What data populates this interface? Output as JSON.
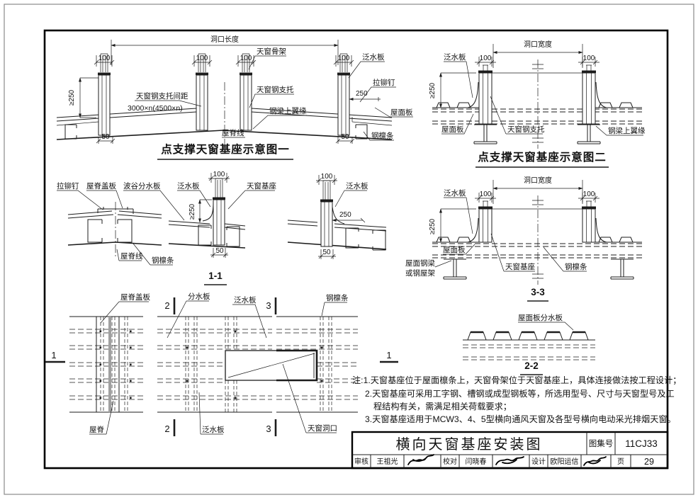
{
  "dims": {
    "d100": "100",
    "d50": "50",
    "d250": "250",
    "ge250": "≥250"
  },
  "d1": {
    "title": "点支撑天窗基座示意图一",
    "labels": {
      "opening_length": "洞口长度",
      "skylight_frame": "天窗骨架",
      "flashing": "泛水板",
      "rivet": "拉铆钉",
      "support_spacing1": "天窗钢支托间距",
      "support_spacing2": "3000×n(4500×n)",
      "steel_support": "天窗钢支托",
      "beam_flange": "钢梁上翼缘",
      "roof_panel": "屋面板",
      "ridge_line": "屋脊线",
      "purlin": "钢檩条"
    }
  },
  "d2": {
    "title": "点支撑天窗基座示意图二",
    "labels": {
      "opening_width": "洞口宽度",
      "flashing": "泛水板",
      "roof_panel": "屋面板",
      "steel_support": "天窗钢支托",
      "beam_flange": "钢梁上翼缘"
    }
  },
  "d3": {
    "title": "1-1",
    "labels": {
      "rivet": "拉铆钉",
      "ridge_cover": "屋脊盖板",
      "trough_divider": "波谷分水板",
      "flashing_left": "泛水板",
      "base": "天窗基座",
      "flashing_right": "泛水板",
      "ridge_line": "屋脊线",
      "purlin": "钢檩条"
    }
  },
  "d4": {
    "title": "3-3",
    "labels": {
      "opening_width": "洞口宽度",
      "flashing": "泛水板",
      "roof_panel": "屋面板",
      "roof_beam1": "屋面钢梁",
      "roof_beam2": "或钢屋架",
      "base": "天窗基座",
      "purlin": "钢檩条"
    }
  },
  "d5": {
    "labels": {
      "ridge_cover": "屋脊盖板",
      "divider": "分水板",
      "flashing_top": "泛水板",
      "purlin": "钢檩条",
      "ridge": "屋脊",
      "flashing_bottom": "泛水板",
      "opening": "天窗洞口",
      "sec1": "1",
      "sec2": "2",
      "sec3": "3"
    }
  },
  "d6": {
    "title": "2-2",
    "labels": {
      "roof_divider": "屋面板分水板"
    }
  },
  "notes": {
    "line1": "注:1.天窗基座位于屋面檩条上，天窗骨架位于天窗基座上，具体连接做法按工程设计；",
    "line2": "2.天窗基座可采用工字钢、槽钢或成型钢板等，所选用型号、尺寸与天窗型号及工",
    "line3": "程结构有关，需满足相关荷载要求；",
    "line4": "3.天窗基座适用于MCW3、4、5型横向通风天窗及各型号横向电动采光排烟天窗。"
  },
  "titleblock": {
    "title": "横向天窗基座安装图",
    "atlas_label": "图集号",
    "atlas_no": "11CJ33",
    "page_label": "页",
    "page_no": "29",
    "review_label": "审核",
    "reviewer": "王祖光",
    "proof_label": "校对",
    "proofreader": "闫晓春",
    "design_label": "设计",
    "designer": "欧阳运信"
  }
}
